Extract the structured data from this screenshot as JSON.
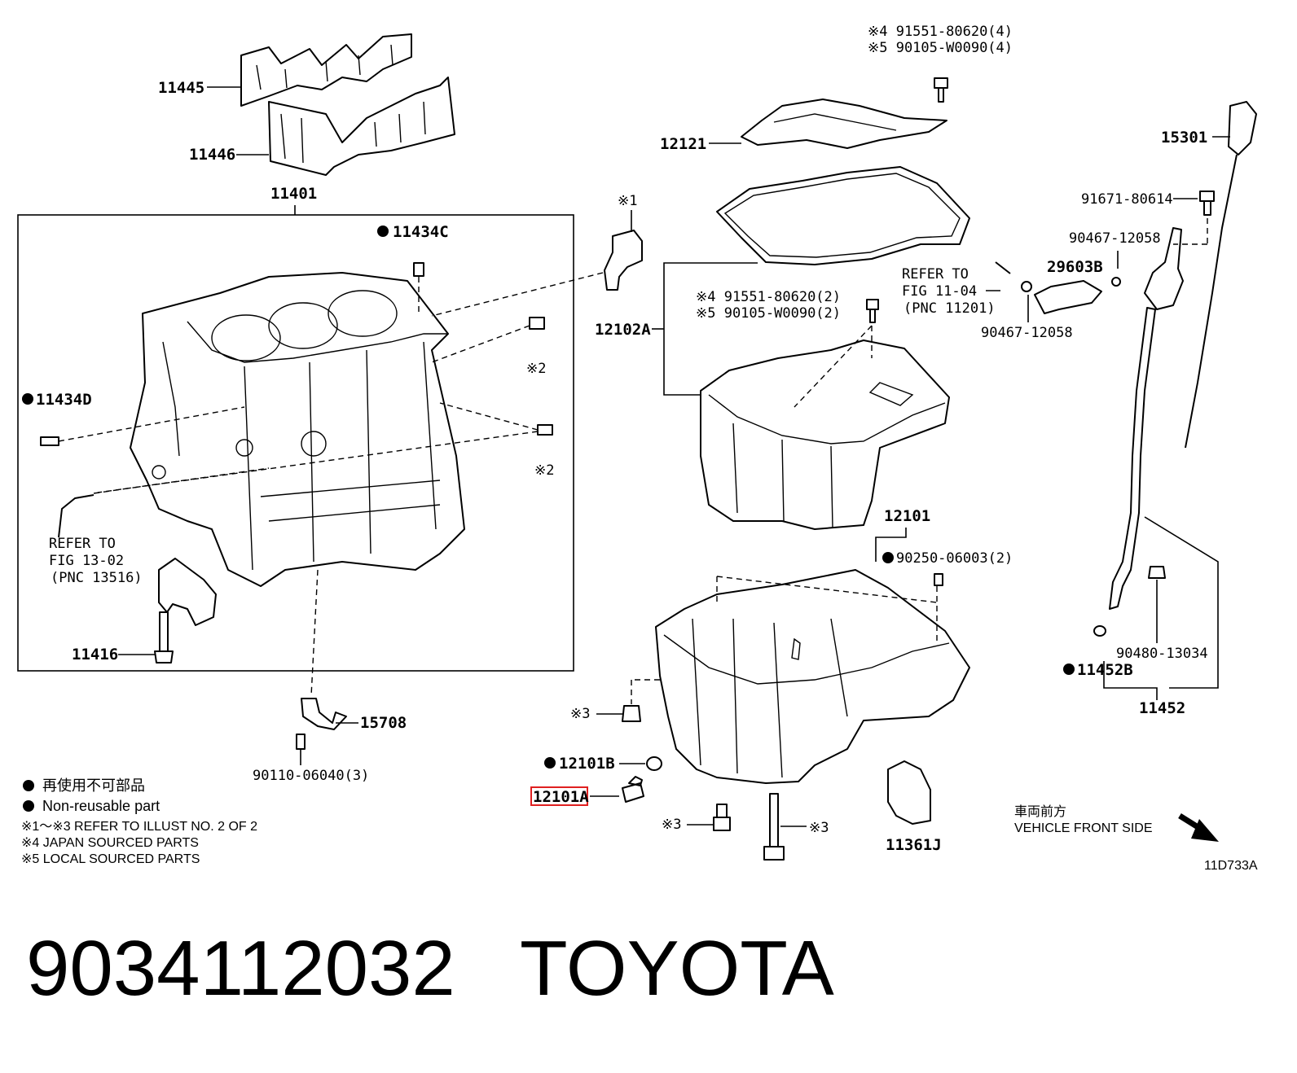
{
  "parts": {
    "p11445": "11445",
    "p11446": "11446",
    "p11401": "11401",
    "p11434C": "11434C",
    "p11434D": "11434D",
    "p11416": "11416",
    "p15708": "15708",
    "p90110": "90110-06040(3)",
    "ref_13_02_a": "REFER TO",
    "ref_13_02_b": "FIG 13-02",
    "ref_13_02_c": "(PNC 13516)",
    "note1_a": "※1",
    "note2_a": "※2",
    "note2_b": "※2",
    "p12121": "12121",
    "bolt_top_a": "※4 91551-80620(4)",
    "bolt_top_b": "※5 90105-W0090(4)",
    "p12102A": "12102A",
    "bolt_mid_a": "※4 91551-80620(2)",
    "bolt_mid_b": "※5 90105-W0090(2)",
    "ref_11_04_a": "REFER TO",
    "ref_11_04_b": "FIG 11-04",
    "ref_11_04_c": "(PNC 11201)",
    "p29603B": "29603B",
    "p90467a": "90467-12058",
    "p90467b": "90467-12058",
    "p91671": "91671-80614",
    "p15301": "15301",
    "p12101": "12101",
    "p90250": "90250-06003(2)",
    "p90480": "90480-13034",
    "p11452B": "11452B",
    "p11452": "11452",
    "note3_a": "※3",
    "note3_b": "※3",
    "note3_c": "※3",
    "p12101B": "12101B",
    "p12101A": "12101A",
    "p11361J": "11361J"
  },
  "legend": {
    "line1": "再使用不可部品",
    "line2": "Non-reusable part",
    "line3": "※1～※3  REFER TO ILLUST NO. 2 OF 2",
    "line4": "※4 JAPAN SOURCED PARTS",
    "line5": "※5 LOCAL SOURCED PARTS"
  },
  "front": {
    "jp": "車両前方",
    "en": "VEHICLE FRONT SIDE"
  },
  "illust_id": "11D733A",
  "caption": {
    "part_number": "9034112032",
    "brand": "TOYOTA"
  },
  "colors": {
    "highlight": "#e02020",
    "ink": "#000000"
  }
}
